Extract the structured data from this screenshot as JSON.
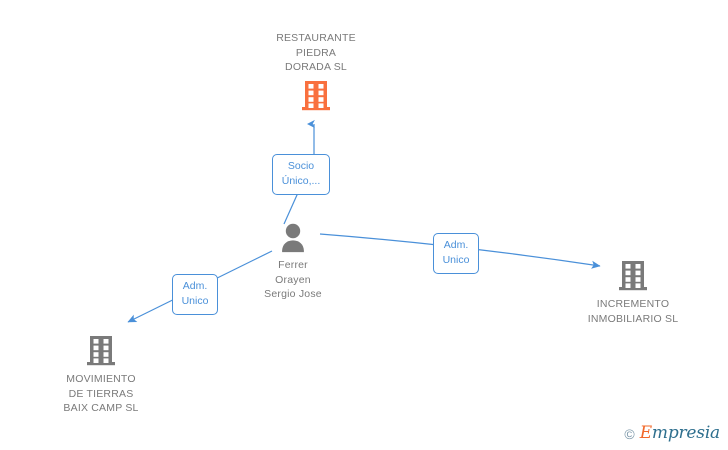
{
  "diagram": {
    "type": "corporate-relationship-graph",
    "background_color": "#ffffff",
    "accent_color": "#4a90d9",
    "highlight_color": "#f9703e",
    "node_text_color": "#7a7a7a"
  },
  "nodes": [
    {
      "id": "restaurante-piedra-dorada",
      "name": "RESTAURANTE\nPIEDRA\nDORADA SL",
      "icon": "building-icon",
      "icon_color": "#f9703e",
      "kind": "company",
      "label_position": "above",
      "highlighted": true
    },
    {
      "id": "ferrer-orayen-sergio-jose",
      "name": "Ferrer\nOrayen\nSergio Jose",
      "icon": "person-icon",
      "icon_color": "#7a7a7a",
      "kind": "person",
      "label_position": "below",
      "highlighted": false
    },
    {
      "id": "movimiento-de-tierras-baix-camp",
      "name": "MOVIMIENTO\nDE TIERRAS\nBAIX CAMP SL",
      "icon": "building-icon",
      "icon_color": "#7a7a7a",
      "kind": "company",
      "label_position": "below",
      "highlighted": false
    },
    {
      "id": "incremento-inmobiliario",
      "name": "INCREMENTO\nINMOBILIARIO SL",
      "icon": "building-icon",
      "icon_color": "#7a7a7a",
      "kind": "company",
      "label_position": "below",
      "highlighted": false
    }
  ],
  "edges": [
    {
      "id": "edge-socio-unico",
      "from": "ferrer-orayen-sergio-jose",
      "to": "restaurante-piedra-dorada",
      "label": "Socio\nÚnico,..."
    },
    {
      "id": "edge-adm-unico-left",
      "from": "ferrer-orayen-sergio-jose",
      "to": "movimiento-de-tierras-baix-camp",
      "label": "Adm.\nUnico"
    },
    {
      "id": "edge-adm-unico-right",
      "from": "ferrer-orayen-sergio-jose",
      "to": "incremento-inmobiliario",
      "label": "Adm.\nUnico"
    }
  ],
  "watermark": {
    "copyright_symbol": "©",
    "brand_first_letter": "E",
    "brand_rest": "mpresia"
  }
}
